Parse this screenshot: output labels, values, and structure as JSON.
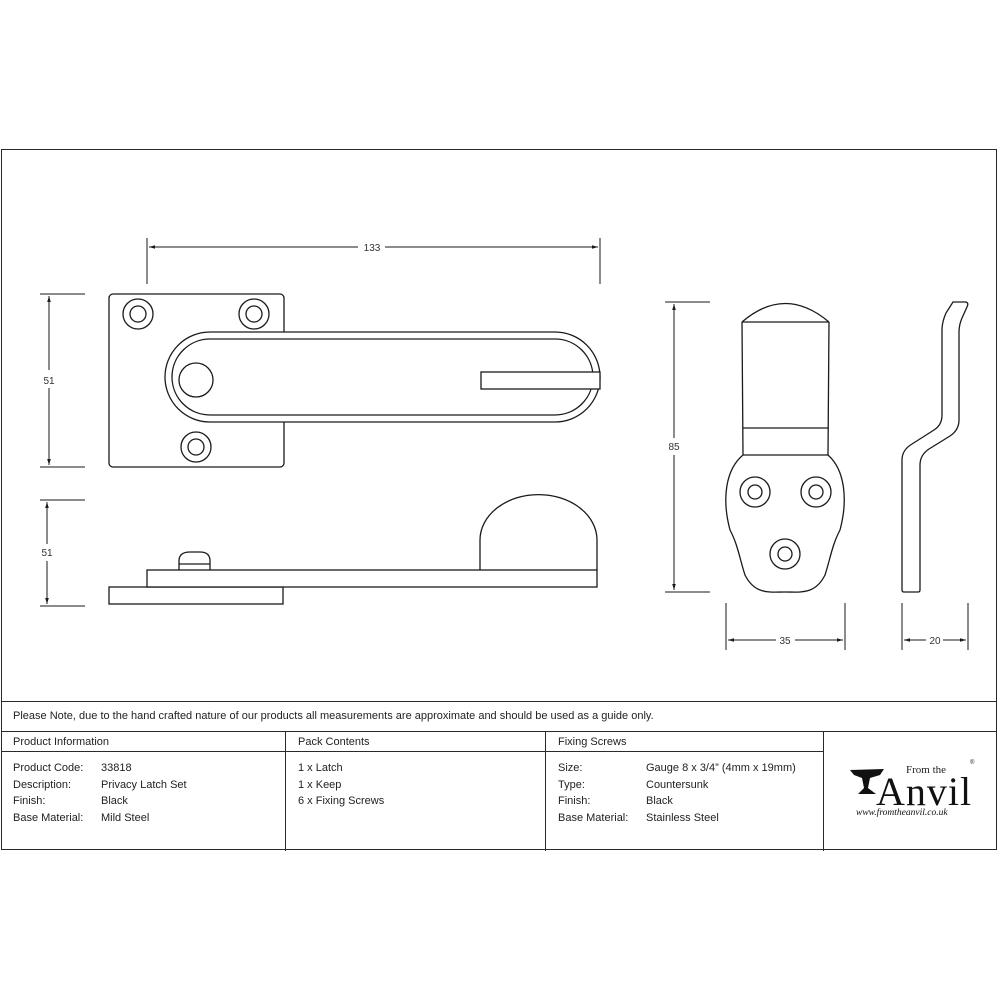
{
  "drawing": {
    "dimensions": {
      "latch_width": "133",
      "latch_plate_height": "51",
      "latch_side_height": "51",
      "keep_height": "85",
      "keep_width": "35",
      "keep_depth": "20"
    }
  },
  "note": "Please Note, due to the hand crafted nature of our products all measurements are approximate and should be used as a guide only.",
  "product_information": {
    "heading": "Product Information",
    "rows": [
      {
        "label": "Product Code:",
        "value": "33818"
      },
      {
        "label": "Description:",
        "value": "Privacy Latch Set"
      },
      {
        "label": "Finish:",
        "value": "Black"
      },
      {
        "label": "Base Material:",
        "value": "Mild Steel"
      }
    ]
  },
  "pack_contents": {
    "heading": "Pack Contents",
    "items": [
      "1 x Latch",
      "1 x Keep",
      "6 x Fixing Screws"
    ]
  },
  "fixing_screws": {
    "heading": "Fixing Screws",
    "rows": [
      {
        "label": "Size:",
        "value": "Gauge 8 x 3/4” (4mm x 19mm)"
      },
      {
        "label": "Type:",
        "value": "Countersunk"
      },
      {
        "label": "Finish:",
        "value": "Black"
      },
      {
        "label": "Base Material:",
        "value": "Stainless Steel"
      }
    ]
  },
  "logo": {
    "from_the": "From the",
    "brand": "Anvil",
    "registered": "®",
    "url": "www.fromtheanvil.co.uk"
  }
}
